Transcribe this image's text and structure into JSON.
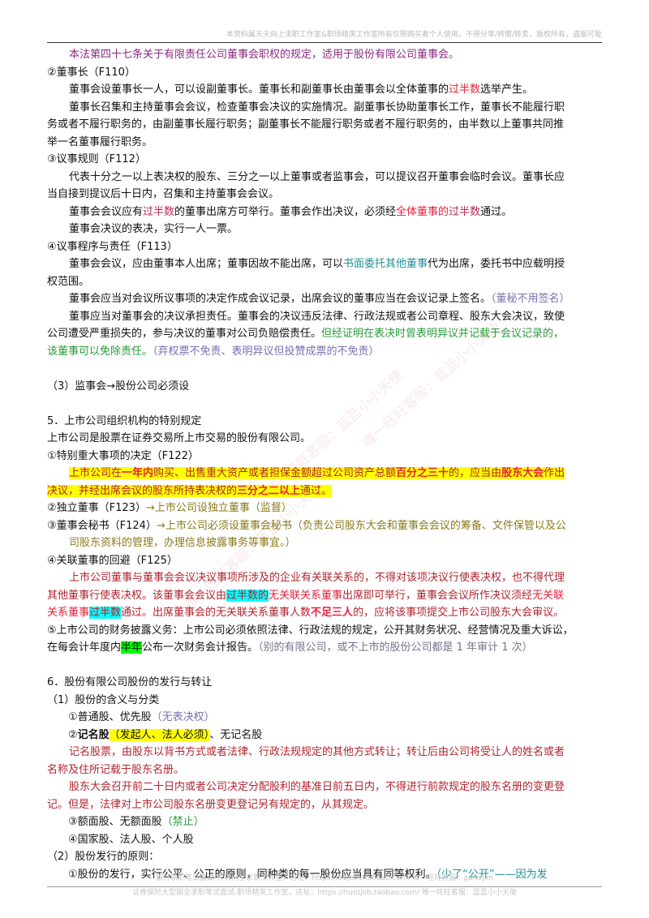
{
  "header": "本资料属天天向上求职工作室&职场精英工作室所有仅限购买者个人使用，不得分享/转赠/转卖，版权所有，盗版可耻",
  "watermarks": [
    "唯一旺旺客服：蓝蓝小小天使",
    "唯一旺旺客服：蓝蓝小小天使",
    "唯一旺旺客服：蓝蓝小小天使"
  ],
  "lines": {
    "l1": "本法第四十七条关于有限责任公司董事会职权的规定，适用于股份有限公司董事会。",
    "l2": "②董事长（F110）",
    "l3a": "董事会设董事长一人，可以设副董事长。董事长和副董事长由董事会以全体董事的",
    "l3b": "过半数",
    "l3c": "选举产生。",
    "l4": "董事长召集和主持董事会会议，检查董事会决议的实施情况。副董事长协助董事长工作，董事长不能履行职",
    "l5": "务或者不履行职务的，由副董事长履行职务；副董事长不能履行职务或者不履行职务的，由半数以上董事共同推",
    "l6": "举一名董事履行职务。",
    "l7": "③议事规则（F112）",
    "l8": "代表十分之一以上表决权的股东、三分之一以上董事或者监事会，可以提议召开董事会临时会议。董事长应",
    "l9": "当自接到提议后十日内，召集和主持董事会会议。",
    "l10a": "董事会会议应有",
    "l10b": "过半数",
    "l10c": "的董事出席方可举行。董事会作出决议，必须经",
    "l10d": "全体董事的",
    "l10e": "过半数",
    "l10f": "通过。",
    "l11": "董事会决议的表决，实行一人一票。",
    "l12": "④议事程序与责任（F113）",
    "l13a": "董事会会议，应由董事本人出席；董事因故不能出席，可以",
    "l13b": "书面委托其他董事",
    "l13c": "代为出席，委托书中应载明授",
    "l14": "权范围。",
    "l15a": "董事会应当对会议所议事项的决定作成会议记录，出席会议的董事应当在会议记录上签名。",
    "l15b": "（董秘不用签名）",
    "l16a": "董事应当对董事会的决议承担责任。董事会的决议违反法律、行政法规或者公司章程、股东大会决议，致使",
    "l17a": "公司遭受严重损失的，参与决议的董事对公司负赔偿责任。",
    "l17b": "但经证明在表决时曾表明异议并记载于会议记录的，",
    "l18a": "该董事可以免除责任。",
    "l18b": "（弃权票不免责、表明异议但投赞成票的不免责）",
    "l19": "（3）监事会→股份公司必须设",
    "l20": "5．上市公司组织机构的特别规定",
    "l21": "上市公司是股票在证券交易所上市交易的股份有限公司。",
    "l22": "①特别重大事项的决定（F122）",
    "l23a": "上市公司在",
    "l23b": "一年内",
    "l23c": "购买、出售重大资产或者担保金额超过公司资产总额",
    "l23d": "百分之三十",
    "l23e": "的，应当由",
    "l23f": "股东大会",
    "l23g": "作出",
    "l24a": "决议，并经出席会议的股东所持表决权的",
    "l24b": "三分之二以上",
    "l24c": "通过。",
    "l25a": "②独立董事（F123）",
    "l25b": "→上市公司设独立董事（监督）",
    "l26a": "③董事会秘书（F124）",
    "l26b": "→上市公司必须设董事会秘书（负责公司股东大会和董事会会议的筹备、文件保管以及公",
    "l27": "司股东资料的管理，办理信息披露事务等事宜。）",
    "l28": "④关联董事的回避（F125）",
    "l29": "上市公司董事与董事会会议决议事项所涉及的企业有关联关系的，不得对该项决议行使表决权，也不得代理",
    "l30a": "其他董事行使表决权。该董事会会议由",
    "l30b": "过半数的",
    "l30c": "无关联关系董事",
    "l30d": "出席即可举行，董事会会议所作决议须经",
    "l30e": "无关联",
    "l31a": "关系董事",
    "l31b": "过半数",
    "l31c": "通过。出席董事会的无关联关系董事人数",
    "l31d": "不足三人",
    "l31e": "的，应将该事项提交上市公司股东大会审议。",
    "l32": "⑤上市公司的财务披露义务：上市公司必须依照法律、行政法规的规定，公开其财务状况、经营情况及重大诉讼，",
    "l33a": "在每会计年度内",
    "l33b": "半年",
    "l33c": "公布一次财务会计报告。",
    "l33d": "（别的有限公司，或不上市的股份公司都是 1 年审计 1 次）",
    "l34": "6．股份有限公司股份的发行与转让",
    "l35": "（1）股份的含义与分类",
    "l36a": "①普通股、优先股",
    "l36b": "（无表决权）",
    "l37a": "②",
    "l37b": "记名股",
    "l37c": "（发起人、法人必须）",
    "l37d": "、无记名股",
    "l38": "记名股票，由股东以背书方式或者法律、行政法规规定的其他方式转让；转让后由公司将受让人的姓名或者",
    "l39": "名称及住所记载于股东名册。",
    "l40": "股东大会召开前二十日内或者公司决定分配股利的基准日前五日内，不得进行前款规定的股东名册的变更登",
    "l41": "记。但是，法律对上市公司股东名册变更登记另有规定的，从其规定。",
    "l42a": "③额面股、无额面股",
    "l42b": "（禁止）",
    "l43": "④国家股、法人股、个人股",
    "l44": "（2）股份发行的原则：",
    "l45a": "①股份的发行，实行公平、公正的原则，同种类的每一股份应当具有同等权利。",
    "l45b": "（少了“公开”——因为发"
  },
  "footer1": "银行求职笔试面试-天天向上求职工作室，店址：https://51jobs.taobao.com/ 唯一旺旺客服：galerjim",
  "footer2": "证券保险大型国企求职笔试面试-职场精英工作室，店址：https://huntjob.taobao.com/ 唯一旺旺客服：蓝蓝小小天使"
}
